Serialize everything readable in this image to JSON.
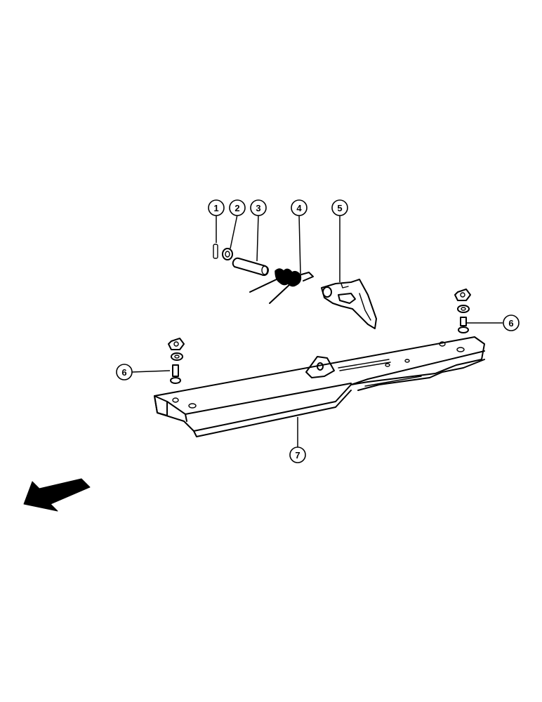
{
  "callouts": {
    "c1": "1",
    "c2": "2",
    "c3": "3",
    "c4": "4",
    "c5": "5",
    "c6_right": "6",
    "c6_left": "6",
    "c7": "7"
  },
  "parts": [
    {
      "number": "1",
      "part": "pin"
    },
    {
      "number": "2",
      "part": "washer"
    },
    {
      "number": "3",
      "part": "shaft"
    },
    {
      "number": "4",
      "part": "spring"
    },
    {
      "number": "5",
      "part": "bracket"
    },
    {
      "number": "6",
      "part": "bolt-washer-nut"
    },
    {
      "number": "7",
      "part": "channel-rail"
    }
  ],
  "direction_arrow": "front-direction-arrow",
  "colors": {
    "ink": "#000000",
    "paper": "#ffffff"
  }
}
